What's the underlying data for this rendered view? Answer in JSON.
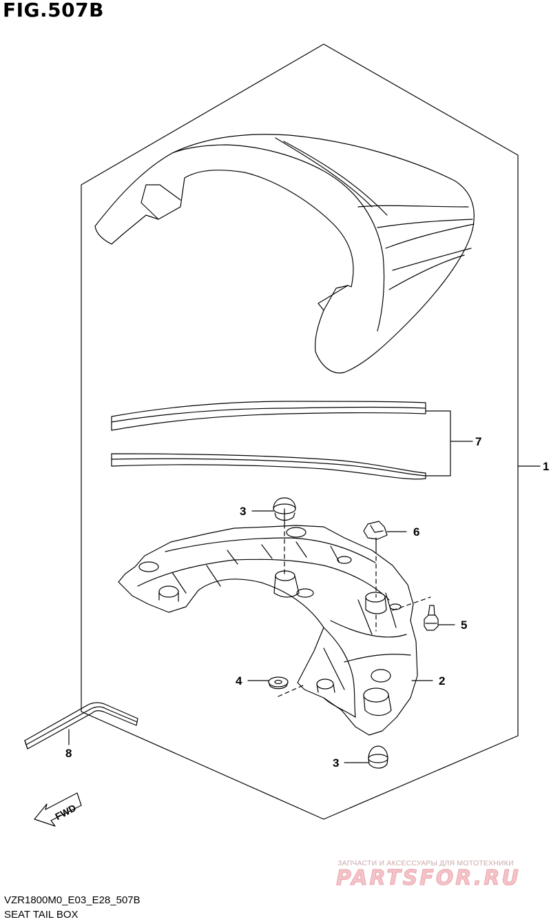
{
  "figure": {
    "title": "FIG.507B",
    "code": "VZR1800M0_E03_E28_507B",
    "name": "SEAT TAIL BOX"
  },
  "callouts": [
    "1",
    "2",
    "3",
    "3",
    "4",
    "5",
    "6",
    "7",
    "8"
  ],
  "fwd_label": "FWD",
  "watermark": {
    "text": "ЗАПЧАСТИ И АКСЕССУАРЫ ДЛЯ МОТОТЕХНИКИ",
    "logo": "PARTSFOR.RU"
  },
  "colors": {
    "line": "#000000",
    "watermark_text": "#c9a9ab",
    "watermark_logo": "#f3c4c9"
  }
}
